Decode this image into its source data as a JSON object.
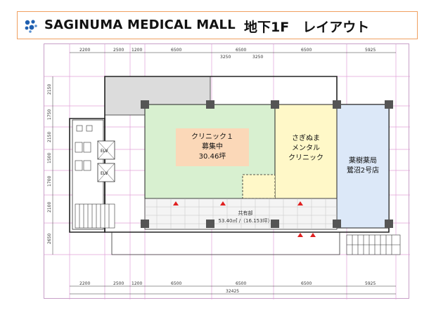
{
  "header": {
    "title": "SAGINUMA MEDICAL MALL",
    "subtitle": "地下1F　レイアウト",
    "logo_color": "#1f5fb0"
  },
  "rooms": {
    "clinic1": {
      "line1": "クリニック１",
      "line2": "募集中",
      "line3": "30.46坪",
      "fill": "#d8f0d0",
      "label_bg": "#fbd8b8"
    },
    "saginuma": {
      "line1": "さぎぬま",
      "line2": "メンタル",
      "line3": "クリニック",
      "fill": "#fff8c8"
    },
    "pharmacy": {
      "line1": "薬樹薬局",
      "line2": "鷺沼2号店",
      "fill": "#dce8f8"
    },
    "common": {
      "line1": "共有部",
      "line2": "53.40㎡ /（16.153坪）"
    },
    "elv1": "ELV",
    "elv2": "ELV"
  },
  "dimensions": {
    "top": [
      "2200",
      "2500",
      "1200",
      "6500",
      "6500",
      "6500",
      "5925"
    ],
    "top_sub": [
      "3250",
      "3250"
    ],
    "bottom": [
      "2200",
      "2500",
      "1200",
      "6500",
      "6500",
      "6500",
      "5925"
    ],
    "bottom_total": "32425",
    "left": [
      "2150",
      "1750",
      "2150",
      "1500",
      "1700",
      "2100",
      "2650"
    ]
  }
}
